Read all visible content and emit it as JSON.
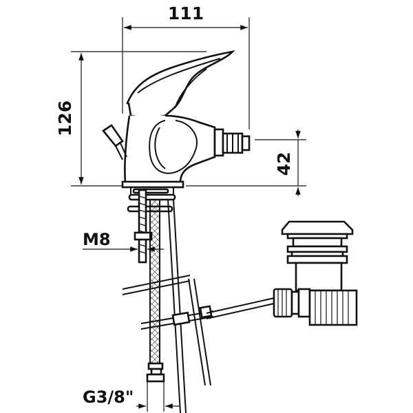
{
  "dimensions": {
    "width": "111",
    "height": "126",
    "spout_height": "42",
    "thread_nut": "M8",
    "hose_connection": "G3/8\""
  }
}
